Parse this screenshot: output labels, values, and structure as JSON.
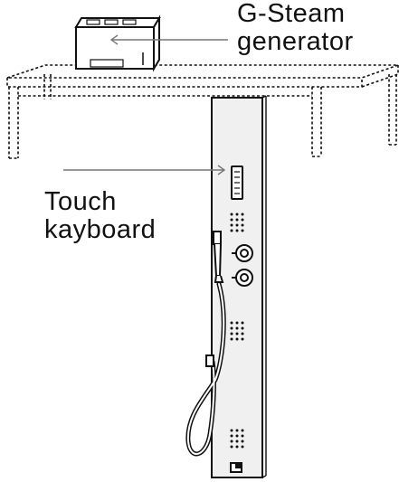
{
  "labels": {
    "generator": {
      "line1": "G-Steam",
      "line2": "generator"
    },
    "keyboard": {
      "line1": "Touch",
      "line2": "kayboard"
    }
  },
  "colors": {
    "ink": "#111111",
    "arrow": "#777777",
    "panel_fill": "#f0f0f0"
  },
  "icons": {
    "steam_generator": "steam-generator-box-icon",
    "shower_panel": "shower-column-icon",
    "hand_shower": "hand-shower-icon"
  }
}
